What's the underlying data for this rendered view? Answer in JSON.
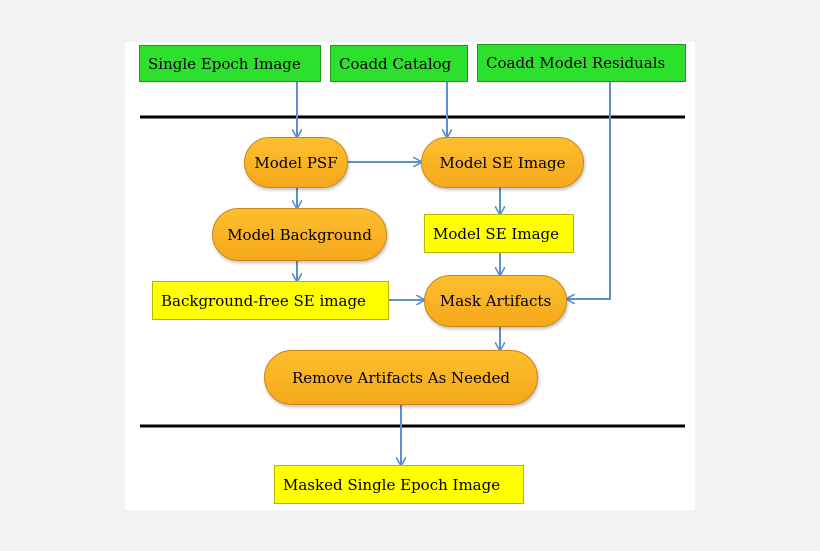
{
  "colors": {
    "input_box": "#2ee02e",
    "product_box": "#ffff00",
    "process_oval": "#f9b224",
    "arrow": "#5b8fd1",
    "separator": "#000000"
  },
  "inputs": {
    "single_epoch_image": "Single Epoch Image",
    "coadd_catalog": "Coadd Catalog",
    "coadd_model_residuals": "Coadd Model Residuals"
  },
  "processes": {
    "model_psf": "Model PSF",
    "model_se_image": "Model SE Image",
    "model_background": "Model Background",
    "mask_artifacts": "Mask Artifacts",
    "remove_artifacts": "Remove Artifacts As Needed"
  },
  "products": {
    "model_se_image": "Model SE Image",
    "background_free_se_image": "Background-free SE image",
    "masked_single_epoch_image": "Masked Single Epoch Image"
  }
}
